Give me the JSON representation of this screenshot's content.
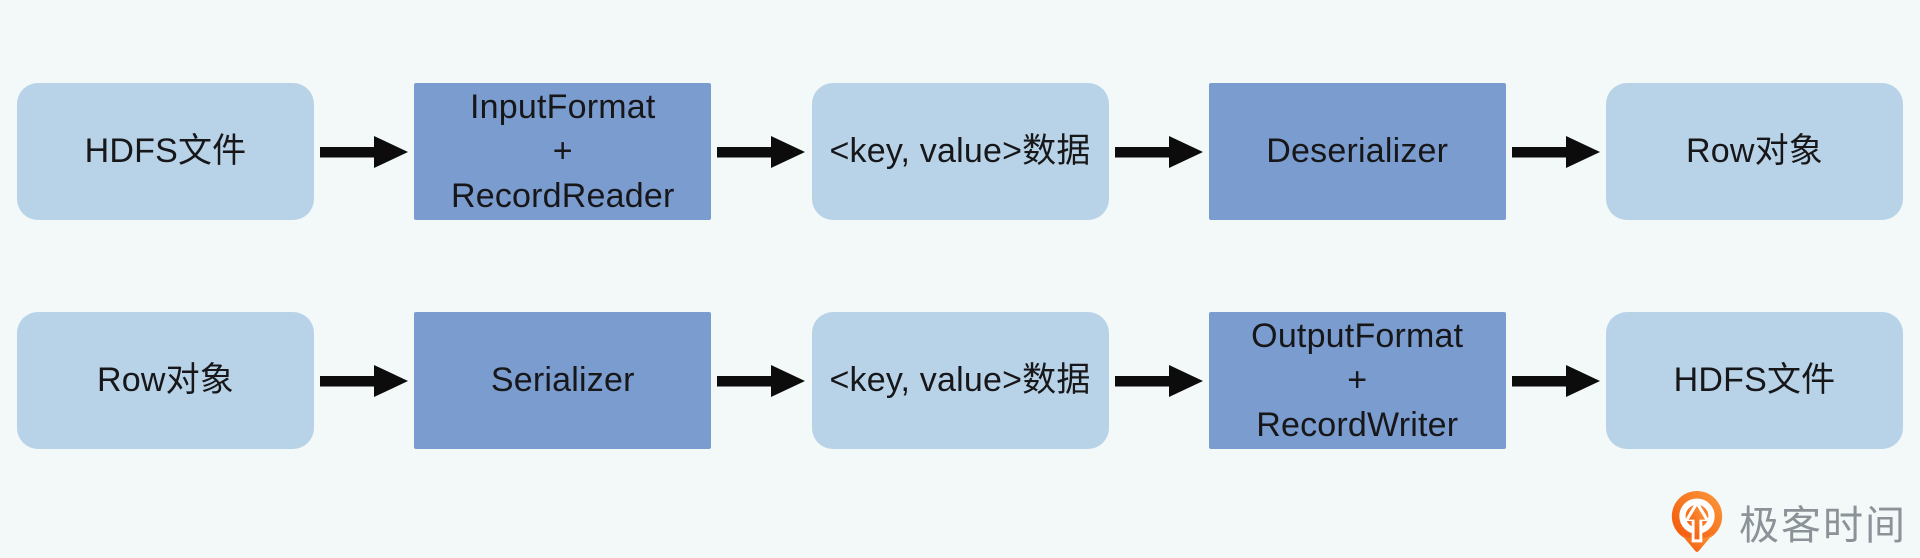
{
  "page": {
    "background": "#f3f9f9"
  },
  "palette": {
    "light_node_fill": "#b8d3e8",
    "dark_node_fill": "#7a9cce",
    "node_text": "#17171a",
    "arrow": "#0c0c0c",
    "logo_orange_dark": "#f25409",
    "logo_orange_light": "#fc9a3c",
    "logo_text_gray": "#8b9298"
  },
  "diagram": {
    "rows": [
      {
        "id": "read-path",
        "nodes": [
          {
            "label": "HDFS文件",
            "variant": "light"
          },
          {
            "label": "InputFormat\n+\nRecordReader",
            "variant": "dark"
          },
          {
            "label": "<key, value>数据",
            "variant": "light"
          },
          {
            "label": "Deserializer",
            "variant": "dark"
          },
          {
            "label": "Row对象",
            "variant": "light"
          }
        ]
      },
      {
        "id": "write-path",
        "nodes": [
          {
            "label": "Row对象",
            "variant": "light"
          },
          {
            "label": "Serializer",
            "variant": "dark"
          },
          {
            "label": "<key, value>数据",
            "variant": "light"
          },
          {
            "label": "OutputFormat\n+\nRecordWriter",
            "variant": "dark"
          },
          {
            "label": "HDFS文件",
            "variant": "light"
          }
        ]
      }
    ]
  },
  "branding": {
    "logo_text": "极客时间",
    "logo_icon": "geektime-pin-arrow-icon"
  }
}
